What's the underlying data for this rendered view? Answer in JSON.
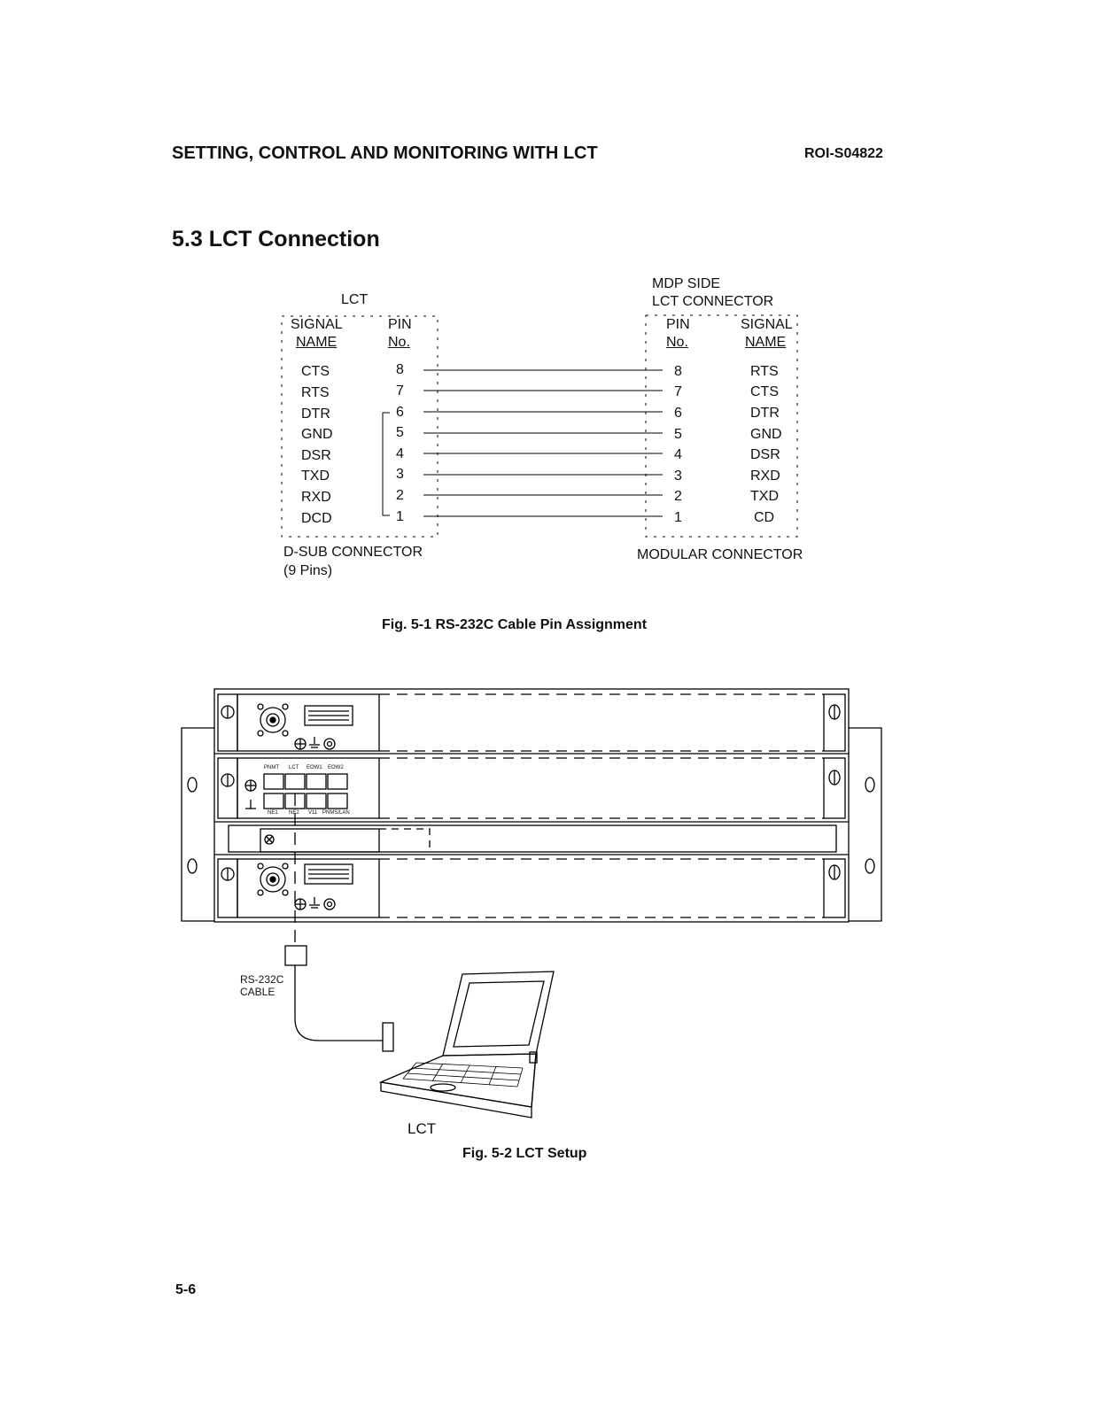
{
  "header": {
    "title": "SETTING, CONTROL AND MONITORING WITH LCT",
    "doc_id": "ROI-S04822"
  },
  "section": {
    "title": "5.3  LCT Connection"
  },
  "fig1": {
    "left_title": "LCT",
    "right_title_1": "MDP SIDE",
    "right_title_2": "LCT CONNECTOR",
    "col_signal_1": "SIGNAL",
    "col_signal_2": "NAME",
    "col_pin_1": "PIN",
    "col_pin_2": "No.",
    "left_rows": [
      {
        "signal": "CTS",
        "pin": "8"
      },
      {
        "signal": "RTS",
        "pin": "7"
      },
      {
        "signal": "DTR",
        "pin": "6"
      },
      {
        "signal": "GND",
        "pin": "5"
      },
      {
        "signal": "DSR",
        "pin": "4"
      },
      {
        "signal": "TXD",
        "pin": "3"
      },
      {
        "signal": "RXD",
        "pin": "2"
      },
      {
        "signal": "DCD",
        "pin": "1"
      }
    ],
    "right_rows": [
      {
        "pin": "8",
        "signal": "RTS"
      },
      {
        "pin": "7",
        "signal": "CTS"
      },
      {
        "pin": "6",
        "signal": "DTR"
      },
      {
        "pin": "5",
        "signal": "GND"
      },
      {
        "pin": "4",
        "signal": "DSR"
      },
      {
        "pin": "3",
        "signal": "RXD"
      },
      {
        "pin": "2",
        "signal": "TXD"
      },
      {
        "pin": "1",
        "signal": "CD"
      }
    ],
    "left_footer_1": "D-SUB CONNECTOR",
    "left_footer_2": "(9 Pins)",
    "right_footer": "MODULAR CONNECTOR",
    "caption": "Fig. 5-1  RS-232C Cable Pin Assignment"
  },
  "fig2": {
    "cable_label_1": "RS-232C",
    "cable_label_2": "CABLE",
    "laptop_label": "LCT",
    "port_labels": [
      "PNMT",
      "LCT",
      "EOW1",
      "EOW2"
    ],
    "port_labels_bottom": [
      "NE1",
      "NE2",
      "V11",
      "PNMS/LAN"
    ],
    "caption": "Fig. 5-2  LCT Setup"
  },
  "footer": {
    "page_number": "5-6"
  }
}
